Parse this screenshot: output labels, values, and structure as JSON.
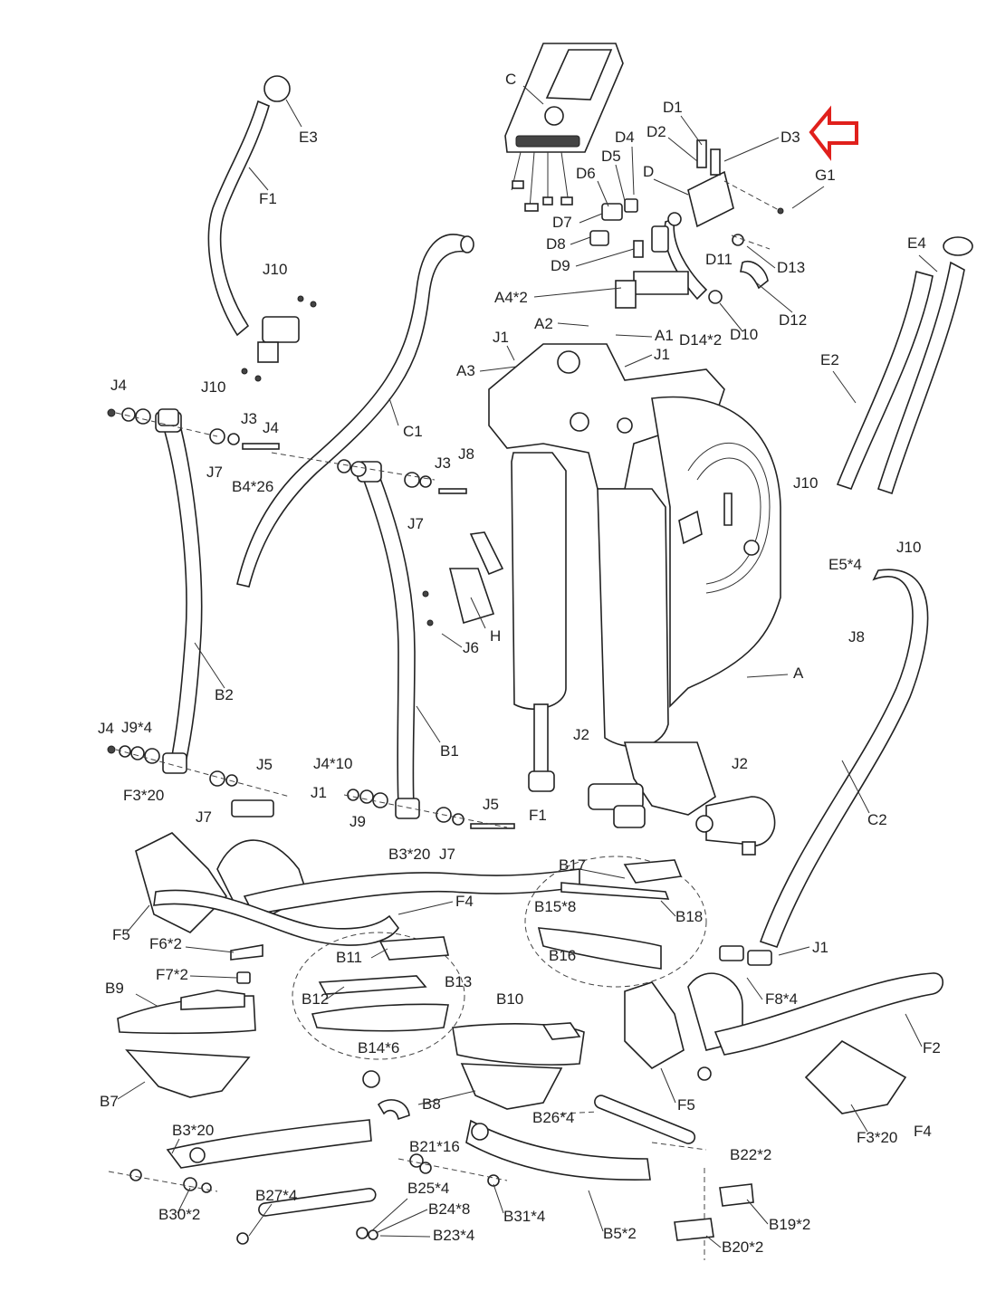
{
  "labels": {
    "C": "C",
    "D1": "D1",
    "D2": "D2",
    "D3": "D3",
    "D4": "D4",
    "D5": "D5",
    "D6": "D6",
    "D": "D",
    "G1": "G1",
    "D7": "D7",
    "D8": "D8",
    "D9": "D9",
    "D11": "D11",
    "D13": "D13",
    "D12": "D12",
    "D10": "D10",
    "D14x2": "D14*2",
    "E3": "E3",
    "E4": "E4",
    "F1_top": "F1",
    "J10_a": "J10",
    "J10_b": "J10",
    "J10_c": "J10",
    "J10_d": "J10",
    "A4x2": "A4*2",
    "A2": "A2",
    "A1": "A1",
    "J1_a": "J1",
    "J1_b": "J1",
    "J1_c": "J1",
    "J1_d": "J1",
    "A3": "A3",
    "C1": "C1",
    "E2": "E2",
    "J4_a": "J4",
    "J3_a": "J3",
    "J4_b": "J4",
    "J7_a": "J7",
    "B4x26": "B4*26",
    "J3_b": "J3",
    "J7_b": "J7",
    "J8_a": "J8",
    "E5x4": "E5*4",
    "J8_b": "J8",
    "H": "H",
    "J6": "J6",
    "A": "A",
    "B2": "B2",
    "B1": "B1",
    "J4_c": "J4",
    "J9x4": "J9*4",
    "J2_a": "J2",
    "J2_b": "J2",
    "J5_a": "J5",
    "J4x10": "J4*10",
    "F3x20_a": "F3*20",
    "J7_c": "J7",
    "J9": "J9",
    "B3x20_a": "B3*20",
    "J7_d": "J7",
    "J5_b": "J5",
    "F1_mid": "F1",
    "C2": "C2",
    "B17": "B17",
    "B15x8": "B15*8",
    "B18": "B18",
    "B16": "B16",
    "F4_a": "F4",
    "F5_a": "F5",
    "F6x2": "F6*2",
    "F7x2": "F7*2",
    "B11": "B11",
    "B9": "B9",
    "B13": "B13",
    "B12": "B12",
    "B14x6": "B14*6",
    "B10": "B10",
    "F8x4": "F8*4",
    "F2": "F2",
    "B7": "B7",
    "B8": "B8",
    "F5_b": "F5",
    "F3x20_b": "F3*20",
    "F4_b": "F4",
    "B3x20_b": "B3*20",
    "B21x16": "B21*16",
    "B26x4": "B26*4",
    "B22x2": "B22*2",
    "B27x4": "B27*4",
    "B25x4": "B25*4",
    "B30x2": "B30*2",
    "B24x8": "B24*8",
    "B31x4": "B31*4",
    "B23x4": "B23*4",
    "B5x2": "B5*2",
    "B19x2": "B19*2",
    "B20x2": "B20*2"
  },
  "colors": {
    "line": "#222222",
    "highlight_arrow": "#e0201c",
    "background": "#ffffff"
  },
  "highlight": {
    "target_part": "D3",
    "icon": "red-outline-arrow-pointing-left"
  }
}
